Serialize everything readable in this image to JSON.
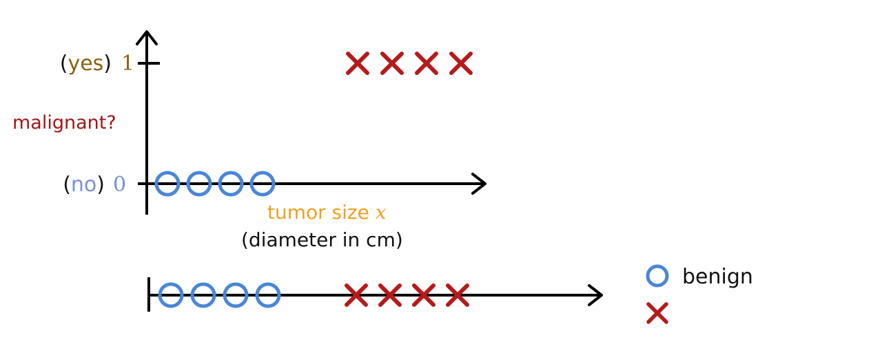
{
  "colors": {
    "axis": "#000000",
    "benign_circle": "#4a86d8",
    "malignant_x": "#b51b1b",
    "yes_label": "#8a6212",
    "no_label": "#7b8fd6",
    "ylabel": "#a31515",
    "xlabel": "#f0a020",
    "text": "#111111"
  },
  "icons": {
    "benign_marker": "circle-icon",
    "malignant_marker": "cross-icon"
  },
  "chart_data": {
    "type": "scatter",
    "x_axis": {
      "label": "tumor size",
      "label_variable": "x",
      "label_line2": "(diameter in cm)"
    },
    "y_axis": {
      "label": "malignant?",
      "ticks": [
        {
          "value": 1,
          "prefix_open": "(",
          "word": "yes",
          "prefix_close": ")",
          "number": "1"
        },
        {
          "value": 0,
          "prefix_open": "(",
          "word": "no",
          "prefix_close": ")",
          "number": "0"
        }
      ]
    },
    "series": [
      {
        "marker": "circle",
        "class": "benign",
        "y": 0,
        "x": [
          1,
          2,
          3,
          4
        ]
      },
      {
        "marker": "x",
        "class": "malignant",
        "y": 1,
        "x": [
          7,
          8,
          9,
          10
        ]
      }
    ],
    "x_range": [
      0,
      13
    ]
  },
  "number_line": {
    "circles_x": [
      1,
      2,
      3,
      4
    ],
    "crosses_x": [
      7,
      8,
      9,
      10
    ]
  },
  "legend": {
    "items": [
      {
        "marker": "circle",
        "label": "benign"
      },
      {
        "marker": "x",
        "label": ""
      }
    ]
  }
}
